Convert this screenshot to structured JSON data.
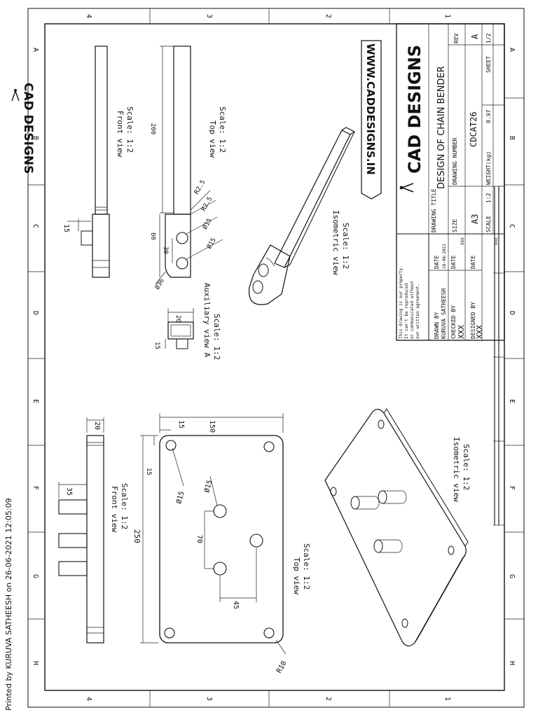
{
  "printed_by": "Printed by KURUVA SATHEESH on 26-06-2021 12:05:09",
  "brand": "CAD DESIGNS",
  "website": "WWW.CADDESIGNS.IN",
  "zones": {
    "numbers": [
      "4",
      "3",
      "2",
      "1"
    ],
    "letters": [
      "A",
      "B",
      "C",
      "D",
      "E",
      "F",
      "G",
      "H"
    ]
  },
  "shaft": {
    "front_view": {
      "title": "Front view",
      "scale": "Scale: 1:2",
      "dim": "15"
    },
    "top_view": {
      "title": "Top view",
      "scale": "Scale: 1:2",
      "dims": {
        "length": "200",
        "r1": "R2.5",
        "r2": "R2.5",
        "hole1": "Ø15",
        "hole2": "Ø15",
        "height": "60",
        "pitch": "30",
        "dia": "Ø36"
      }
    },
    "aux_view": {
      "title": "Auxiliary view A",
      "scale": "Scale: 1:2",
      "dim_w": "20",
      "dim_h": "15"
    },
    "iso_view": {
      "title": "Isometric view",
      "scale": "Scale: 1:2"
    }
  },
  "plate": {
    "front_view": {
      "title": "Front view",
      "scale": "Scale: 1:2",
      "dim_t": "20",
      "dim_h": "35"
    },
    "top_view": {
      "title": "Top view",
      "scale": "Scale: 1:2",
      "dims": {
        "width": "150",
        "length": "250",
        "off1": "15",
        "off2": "15",
        "hole1": "Ø15",
        "hole2": "Ø15",
        "pitch_v": "70",
        "pitch_h": "45",
        "radius": "R10"
      }
    },
    "iso_view": {
      "title": "Isometric view",
      "scale": "Scale: 1:2"
    }
  },
  "title_block": {
    "notice": [
      "This drawing is our property.",
      "It can't be reproduced",
      "or communicated without",
      "our written agreement."
    ],
    "drawing_title_label": "DRAWING TITLE",
    "drawing_title": "DESIGN OF CHAIN BENDER",
    "drawn_by_label": "DRAWN BY",
    "drawn_by": "KURUVA SATHEESH",
    "date_label": "DATE",
    "date_drawn": "18-06-2021",
    "checked_by_label": "CHECKED BY",
    "checked_by": "XXX",
    "date_checked": "XXX",
    "designed_by_label": "DESIGNED BY",
    "designed_by": "XXX",
    "date_designed": "XXX",
    "size_label": "SIZE",
    "size": "A3",
    "drawing_number_label": "DRAWING NUMBER",
    "drawing_number": "CDCAT26",
    "rev_label": "REV",
    "rev": "A",
    "scale_label": "SCALE",
    "scale": "1:2",
    "weight_label": "WEIGHT(kg)",
    "weight": "0.97",
    "sheet_label": "SHEET",
    "sheet": "1/2"
  }
}
